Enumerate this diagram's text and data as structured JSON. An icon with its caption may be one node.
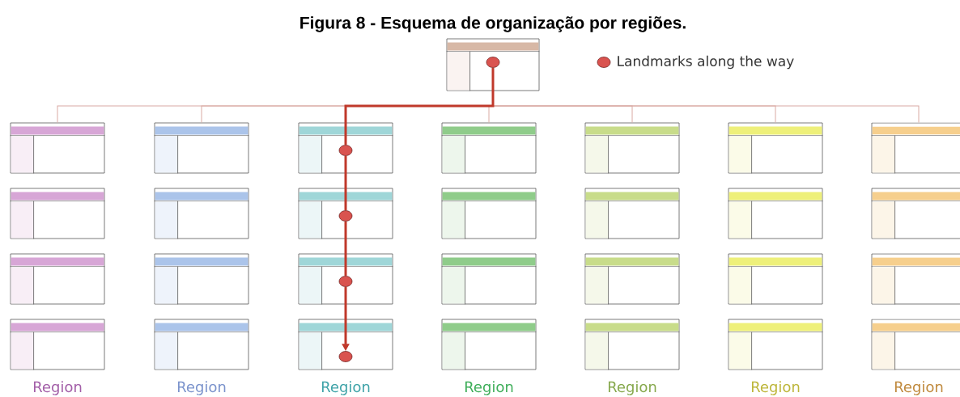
{
  "diagram": {
    "title": "Figura 8 - Esquema de organização por regiões.",
    "nodes": [
      {
        "text": [],
        "shape": "box"
      },
      {
        "text": [],
        "shape": "circle",
        "in": 0
      },
      {
        "text": [],
        "shape": "box"
      },
      {
        "text": [],
        "shape": "box"
      },
      {
        "text": [],
        "shape": "box"
      },
      {
        "text": [],
        "shape": "circle",
        "in": 4
      },
      {
        "text": [],
        "shape": "box"
      },
      {
        "text": [],
        "shape": "box"
      },
      {
        "text": [],
        "shape": "box"
      },
      {
        "text": [],
        "shape": "box"
      },
      {
        "text": [],
        "shape": "box"
      },
      {
        "text": [],
        "shape": "box"
      },
      {
        "text": [],
        "shape": "box"
      },
      {
        "text": [],
        "shape": "circle",
        "in": 12
      },
      {
        "text": [],
        "shape": "box"
      },
      {
        "text": [],
        "shape": "box"
      },
      {
        "text": [],
        "shape": "box"
      },
      {
        "text": [],
        "shape": "box"
      },
      {
        "text": [],
        "shape": "box"
      },
      {
        "text": [],
        "shape": "box"
      },
      {
        "text": [],
        "shape": "box"
      },
      {
        "text": [],
        "shape": "circle",
        "in": 20
      },
      {
        "text": [],
        "shape": "box"
      },
      {
        "text": [],
        "shape": "box"
      },
      {
        "text": [],
        "shape": "box"
      },
      {
        "text": [],
        "shape": "box"
      },
      {
        "text": [],
        "shape": "box"
      },
      {
        "text": [],
        "shape": "box"
      },
      {
        "text": [],
        "shape": "box"
      },
      {
        "text": [],
        "shape": "circle",
        "in": 28
      },
      {
        "text": [],
        "shape": "box"
      },
      {
        "text": [],
        "shape": "box"
      },
      {
        "text": [],
        "shape": "box"
      },
      {
        "text": [],
        "shape": "box"
      }
    ],
    "edges": [
      {
        "from": 0,
        "to": 2,
        "arrow": "none"
      },
      {
        "from": 0,
        "to": 3,
        "arrow": "none"
      },
      {
        "from": 0,
        "to": 4,
        "arrow": "none"
      },
      {
        "from": 0,
        "to": 6,
        "arrow": "none"
      },
      {
        "from": 0,
        "to": 7,
        "arrow": "none"
      },
      {
        "from": 0,
        "to": 8,
        "arrow": "none"
      },
      {
        "from": 0,
        "to": 9,
        "arrow": "none"
      },
      {
        "from": 1,
        "to": 5,
        "arrow": "none",
        "style": "thick",
        "color": "#c0392b"
      },
      {
        "from": 5,
        "to": 13,
        "arrow": "none",
        "style": "thick",
        "color": "#c0392b"
      },
      {
        "from": 13,
        "to": 21,
        "arrow": "none",
        "style": "thick",
        "color": "#c0392b"
      },
      {
        "from": 21,
        "to": 29,
        "arrow": "to",
        "style": "thick",
        "color": "#c0392b"
      }
    ],
    "labels": [
      "Region",
      "Region",
      "Region",
      "Region",
      "Region",
      "Region",
      "Region"
    ],
    "legend": [
      {
        "text": "Landmarks along the way",
        "color": "#d9534f"
      }
    ]
  }
}
